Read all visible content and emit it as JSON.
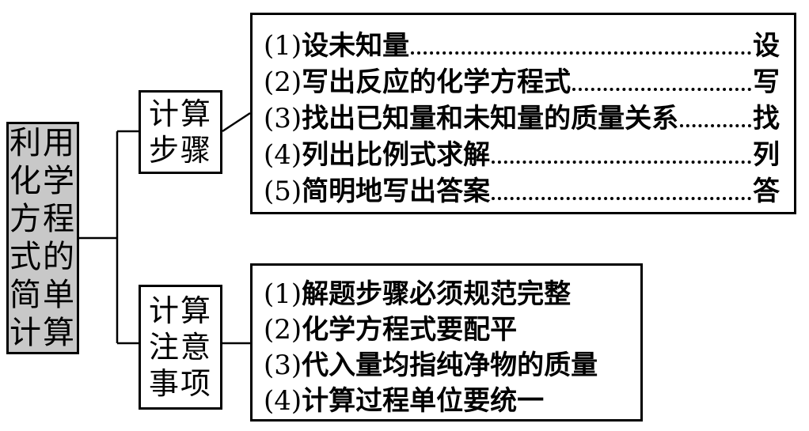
{
  "root": {
    "lines": [
      "利用",
      "化学",
      "方程",
      "式的",
      "简单",
      "计算"
    ]
  },
  "branches": [
    {
      "label_lines": [
        "计算",
        "步骤"
      ],
      "items": [
        {
          "num": "(1)",
          "text": "设未知量",
          "key": "设"
        },
        {
          "num": "(2)",
          "text": "写出反应的化学方程式",
          "key": "写"
        },
        {
          "num": "(3)",
          "text": "找出已知量和未知量的质量关系",
          "key": "找"
        },
        {
          "num": "(4)",
          "text": "列出比例式求解",
          "key": "列"
        },
        {
          "num": "(5)",
          "text": "简明地写出答案",
          "key": "答"
        }
      ]
    },
    {
      "label_lines": [
        "计算",
        "注意",
        "事项"
      ],
      "items": [
        {
          "num": "(1)",
          "text": "解题步骤必须规范完整"
        },
        {
          "num": "(2)",
          "text": "化学方程式要配平"
        },
        {
          "num": "(3)",
          "text": "代入量均指纯净物的质量"
        },
        {
          "num": "(4)",
          "text": "计算过程单位要统一"
        }
      ]
    }
  ],
  "colors": {
    "root_fill": "#c8c8c8",
    "line": "#000000",
    "background": "#ffffff"
  }
}
